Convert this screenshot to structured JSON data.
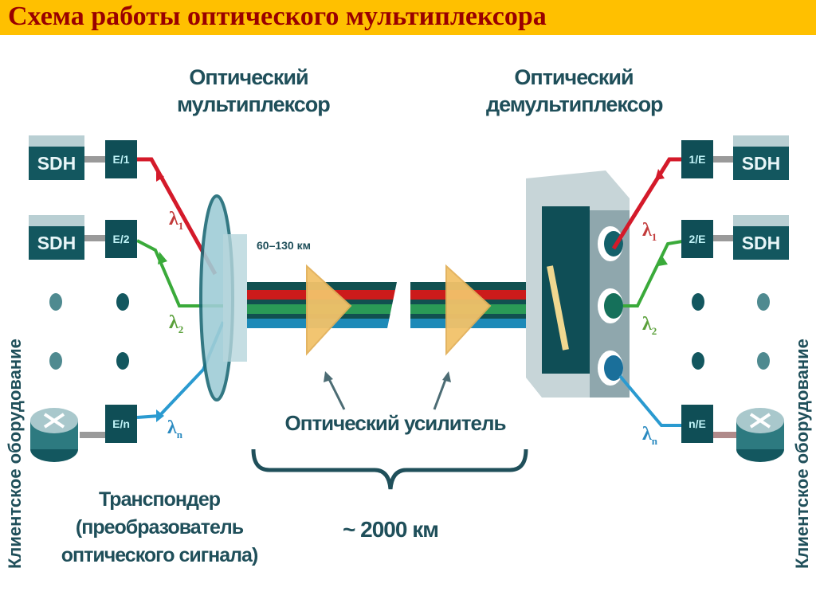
{
  "title": "Схема работы оптического мультиплексора",
  "colors": {
    "title_bar_bg": "#ffc000",
    "title_text": "#990000",
    "device_teal": "#13575f",
    "label_text": "#1f4f5a",
    "lambda_1": "#d41a2a",
    "lambda_2": "#3aaa3a",
    "lambda_n": "#2a9ad0",
    "amplifier": "#f2c26a"
  },
  "diagram": {
    "left_side_label": "Клиентское оборудование",
    "right_side_label": "Клиентское оборудование",
    "multiplexer_label_line1": "Оптический",
    "multiplexer_label_line2": "мультиплексор",
    "demultiplexer_label_line1": "Оптический",
    "demultiplexer_label_line2": "демультиплексор",
    "span_label": "60–130 км",
    "amplifier_label": "Оптический усилитель",
    "distance_label": "~ 2000 км",
    "transponder_label_line1": "Транспондер",
    "transponder_label_line2": "(преобразователь",
    "transponder_label_line3": "оптического сигнала)",
    "left_devices": [
      {
        "type": "SDH",
        "label": "SDH",
        "transponder": "E/1",
        "wavelength": "λ",
        "wavelength_sub": "1"
      },
      {
        "type": "SDH",
        "label": "SDH",
        "transponder": "E/2",
        "wavelength": "λ",
        "wavelength_sub": "2"
      },
      {
        "type": "router",
        "label": "",
        "transponder": "E/n",
        "wavelength": "λ",
        "wavelength_sub": "n"
      }
    ],
    "right_devices": [
      {
        "type": "SDH",
        "label": "SDH",
        "transponder": "1/E",
        "wavelength": "λ",
        "wavelength_sub": "1"
      },
      {
        "type": "SDH",
        "label": "SDH",
        "transponder": "2/E",
        "wavelength": "λ",
        "wavelength_sub": "2"
      },
      {
        "type": "router",
        "label": "",
        "transponder": "n/E",
        "wavelength": "λ",
        "wavelength_sub": "n"
      }
    ]
  }
}
